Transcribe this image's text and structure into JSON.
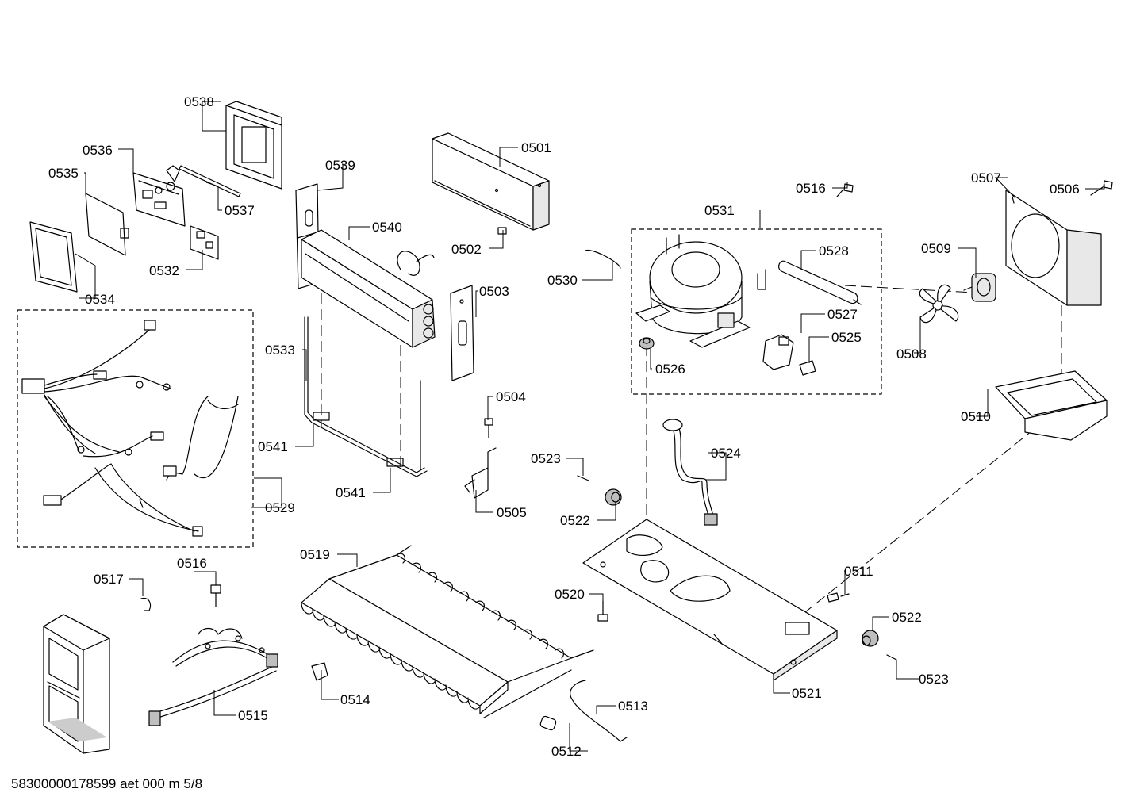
{
  "diagram": {
    "footer": "58300000178599 aet 000 m 5/8",
    "callouts": {
      "p0501": "0501",
      "p0502": "0502",
      "p0503": "0503",
      "p0504": "0504",
      "p0505": "0505",
      "p0506": "0506",
      "p0507": "0507",
      "p0508": "0508",
      "p0509": "0509",
      "p0510": "0510",
      "p0511": "0511",
      "p0512": "0512",
      "p0513": "0513",
      "p0514": "0514",
      "p0515": "0515",
      "p0516": "0516",
      "p0517": "0517",
      "p0519": "0519",
      "p0520": "0520",
      "p0521": "0521",
      "p0522": "0522",
      "p0523": "0523",
      "p0524": "0524",
      "p0525": "0525",
      "p0526": "0526",
      "p0527": "0527",
      "p0528": "0528",
      "p0529": "0529",
      "p0530": "0530",
      "p0531": "0531",
      "p0532": "0532",
      "p0533": "0533",
      "p0534": "0534",
      "p0535": "0535",
      "p0536": "0536",
      "p0537": "0537",
      "p0538": "0538",
      "p0539": "0539",
      "p0540": "0540",
      "p0541": "0541"
    }
  }
}
